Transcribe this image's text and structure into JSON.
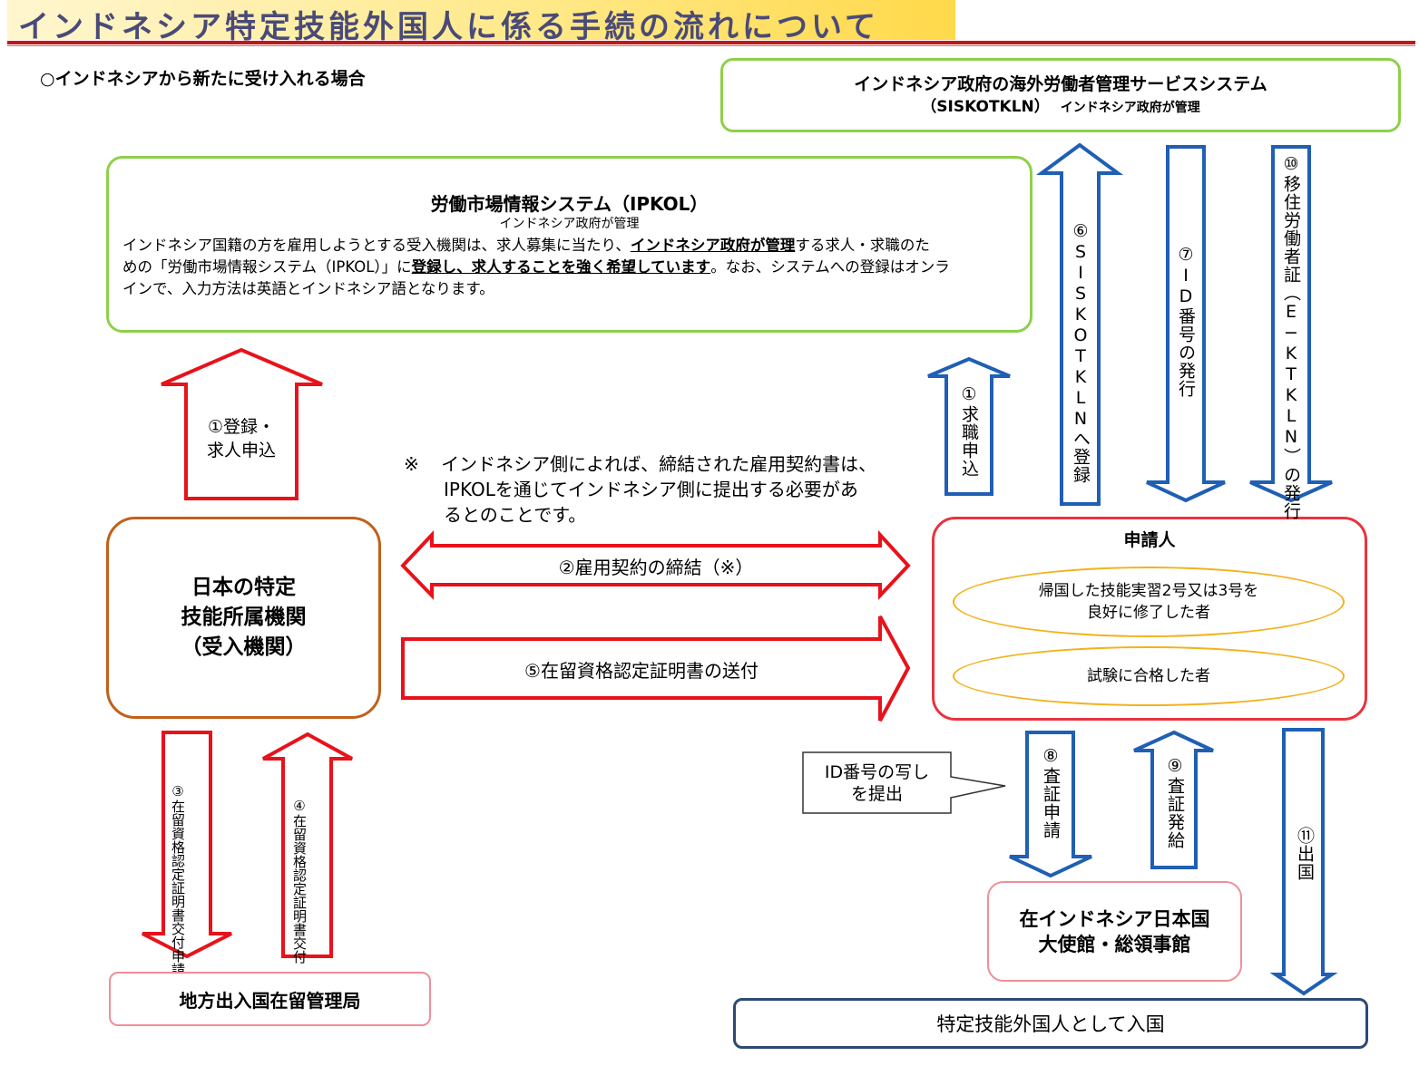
{
  "title": "インドネシア特定技能外国人に係る手続の流れについて",
  "subtitle": "○インドネシアから新たに受け入れる場合",
  "siskotkln": {
    "line1": "インドネシア政府の海外労働者管理サービスシステム",
    "line2a": "（SISKOTKLN）",
    "line2b": "インドネシア政府が管理"
  },
  "ipkol": {
    "title": "労働市場情報システム（IPKOL）",
    "managed": "インドネシア政府が管理",
    "body_1": "インドネシア国籍の方を雇用しようとする受入機関は、求人募集に当たり、",
    "body_u1": "インドネシア政府が管理",
    "body_2": "する求人・求職のた",
    "body_3": "めの「労働市場情報システム（IPKOL）」に",
    "body_u2": "登録し、求人することを強く希望しています",
    "body_4": "。なお、システムへの登録はオンラ",
    "body_5": "インで、入力方法は英語とインドネシア語となります。"
  },
  "arrow1": {
    "line1": "①登録・",
    "line2": "求人申込"
  },
  "note": {
    "mark": "※",
    "line1": "インドネシア側によれば、締結された雇用契約書は、",
    "line2": "IPKOLを通じてインドネシア側に提出する必要があ",
    "line3": "るとのことです。"
  },
  "employer": {
    "line1": "日本の特定",
    "line2": "技能所属機関",
    "line3": "（受入機関）"
  },
  "arrow_contract": "②雇用契約の締結（※）",
  "arrow_coe_send": "⑤在留資格認定証明書の送付",
  "applicant": {
    "title": "申請人",
    "ellipse1_line1": "帰国した技能実習2号又は3号を",
    "ellipse1_line2": "良好に修了した者",
    "ellipse2": "試験に合格した者"
  },
  "arrow_job_seek": "①求職申込",
  "arrow_siskotkln_reg": "⑥SISKOTKLNへ登録",
  "arrow_id_issue": "⑦ID番号の発行",
  "arrow_ektkln": "⑩移住労働者証（E−KTKLN）の発行",
  "arrow3": {
    "line1": "③在留資格認定",
    "line2": "証明書交付申請"
  },
  "arrow4": {
    "line1": "④在留資格認定",
    "line2": "証明書交付"
  },
  "immigration": "地方出入国在留管理局",
  "callout": {
    "line1": "ID番号の写し",
    "line2": "を提出"
  },
  "arrow_visa_apply": "⑧査証申請",
  "arrow_visa_issue": "⑨査証発給",
  "embassy": {
    "line1": "在インドネシア日本国",
    "line2": "大使館・総領事館"
  },
  "arrow_departure": "⑪出国",
  "entry": "特定技能外国人として入国",
  "colors": {
    "green": "#8ed04a",
    "red": "#e8121b",
    "blue": "#1f5fb4",
    "orange_brown": "#c0601a",
    "pink": "#ef8f98",
    "navy": "#2c4a74",
    "yellow": "#f2b21d",
    "title_text": "#4a4a78"
  }
}
